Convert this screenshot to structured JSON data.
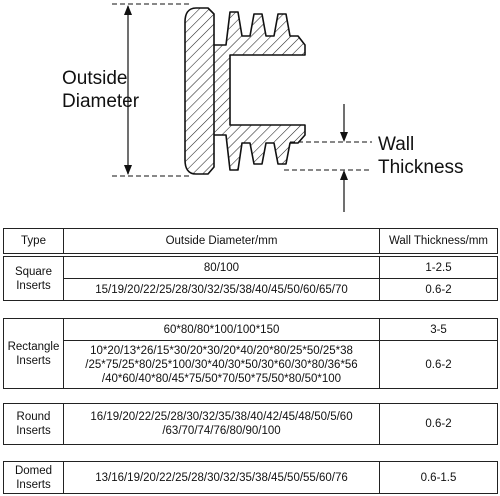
{
  "diagram": {
    "outside_diameter_label": "Outside\nDiameter",
    "wall_thickness_label": "Wall\nThickness"
  },
  "table": {
    "headers": [
      "Type",
      "Outside Diameter/mm",
      "Wall Thickness/mm"
    ],
    "square": {
      "type": "Square\nInserts",
      "rows": [
        {
          "diameter": "80/100",
          "wall": "1-2.5"
        },
        {
          "diameter": "15/19/20/22/25/28/30/32/35/38/40/45/50/60/65/70",
          "wall": "0.6-2"
        }
      ]
    },
    "rectangle": {
      "type": "Rectangle\nInserts",
      "rows": [
        {
          "diameter": "60*80/80*100/100*150",
          "wall": "3-5"
        },
        {
          "diameter": "10*20/13*26/15*30/20*30/20*40/20*80/25*50/25*38\n/25*75/25*80/25*100/30*40/30*50/30*60/30*80/36*56\n/40*60/40*80/45*75/50*70/50*75/50*80/50*100",
          "wall": "0.6-2"
        }
      ]
    },
    "round": {
      "type": "Round\nInserts",
      "rows": [
        {
          "diameter": "16/19/20/22/25/28/30/32/35/38/40/42/45/48/50/5/60\n/63/70/74/76/80/90/100",
          "wall": "0.6-2"
        }
      ]
    },
    "domed": {
      "type": "Domed\nInserts",
      "rows": [
        {
          "diameter": "13/16/19/20/22/25/28/30/32/35/38/45/50/55/60/76",
          "wall": "0.6-1.5"
        }
      ]
    }
  }
}
